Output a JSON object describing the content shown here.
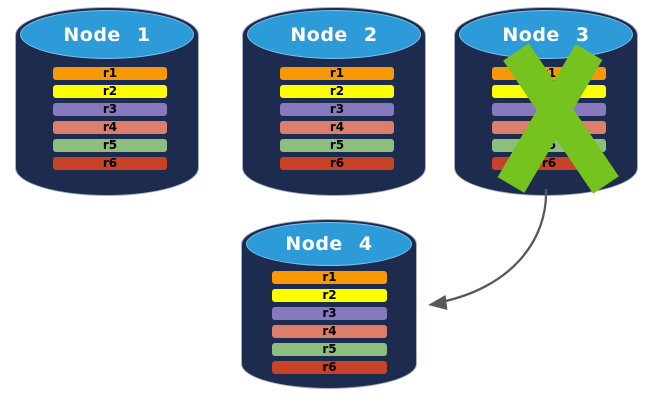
{
  "diagram": {
    "nodes": [
      {
        "id": "node-1",
        "title": "Node 1",
        "has_failure_mark": false
      },
      {
        "id": "node-2",
        "title": "Node 2",
        "has_failure_mark": false
      },
      {
        "id": "node-3",
        "title": "Node 3",
        "has_failure_mark": true
      },
      {
        "id": "node-4",
        "title": "Node 4",
        "has_failure_mark": false
      }
    ],
    "replicas": [
      {
        "label": "r1",
        "color": "#F89804"
      },
      {
        "label": "r2",
        "color": "#FEFE00"
      },
      {
        "label": "r3",
        "color": "#8679BD"
      },
      {
        "label": "r4",
        "color": "#DC7E69"
      },
      {
        "label": "r5",
        "color": "#8CBE7E"
      },
      {
        "label": "r6",
        "color": "#C84227"
      }
    ],
    "arrow": {
      "from_node": "Node 3",
      "to_node": "Node 4"
    },
    "colors": {
      "cylinder_body": "#1C2B4E",
      "cylinder_top": "#2E9BD9",
      "cylinder_outline": "#A6AFC7",
      "title_text": "#FFFFFF",
      "row_text": "#000000",
      "failure_x": "#76C21F",
      "arrow": "#595959",
      "background": "#FFFFFF"
    }
  }
}
